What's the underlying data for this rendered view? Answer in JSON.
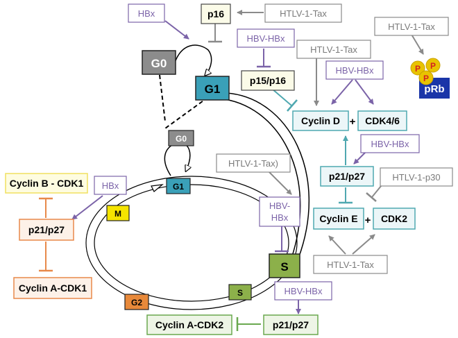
{
  "colors": {
    "purple": "#7b63a8",
    "gray": "#8a8a8a",
    "teal": "#4fa8b0",
    "orange": "#e8894a",
    "green": "#6aa84f",
    "g0": "#8c8c8c",
    "g1": "#3aa0b8",
    "m": "#f5e400",
    "g2": "#e8893a",
    "s": "#8cb04a",
    "prb": "#1a35a8",
    "phospho": "#e8c300",
    "phospho_text": "#d42020"
  },
  "nodes": {
    "hbx_top": "HBx",
    "p16": "p16",
    "htlv_tax_p16": "HTLV-1-Tax",
    "htlv_tax_prb": "HTLV-1-Tax",
    "hbv_hbx_p15": "HBV-HBx",
    "htlv_tax_cyclind": "HTLV-1-Tax",
    "hbv_hbx_cyclind": "HBV-HBx",
    "g0_outer": "G0",
    "g1_outer": "G1",
    "p15_p16": "p15/p16",
    "cyclin_d": "Cyclin D",
    "plus_d": "+",
    "cdk46": "CDK4/6",
    "p": "P",
    "prb": "pRb",
    "hbv_hbx_p21": "HBV-HBx",
    "g0_inner": "G0",
    "htlv_tax_s": "HTLV-1-Tax)",
    "p21_p27_right": "p21/p27",
    "htlv_p30": "HTLV-1-p30",
    "cyclin_b_cdk1": "Cyclin B - CDK1",
    "hbx_left": "HBx",
    "g1_inner": "G1",
    "hbv_hbx_s_l1": "HBV-",
    "hbv_hbx_s_l2": "HBx",
    "cyclin_e": "Cyclin E",
    "plus_e": "+",
    "cdk2": "CDK2",
    "m_phase": "M",
    "p21_p27_left": "p21/p27",
    "s_outer": "S",
    "htlv_tax_bottom": "HTLV-1-Tax",
    "cyclin_a_cdk1": "Cyclin A-CDK1",
    "hbv_hbx_bottom": "HBV-HBx",
    "g2_phase": "G2",
    "s_inner": "S",
    "cyclin_a_cdk2": "Cyclin A-CDK2",
    "p21_p27_bottom": "p21/p27"
  }
}
